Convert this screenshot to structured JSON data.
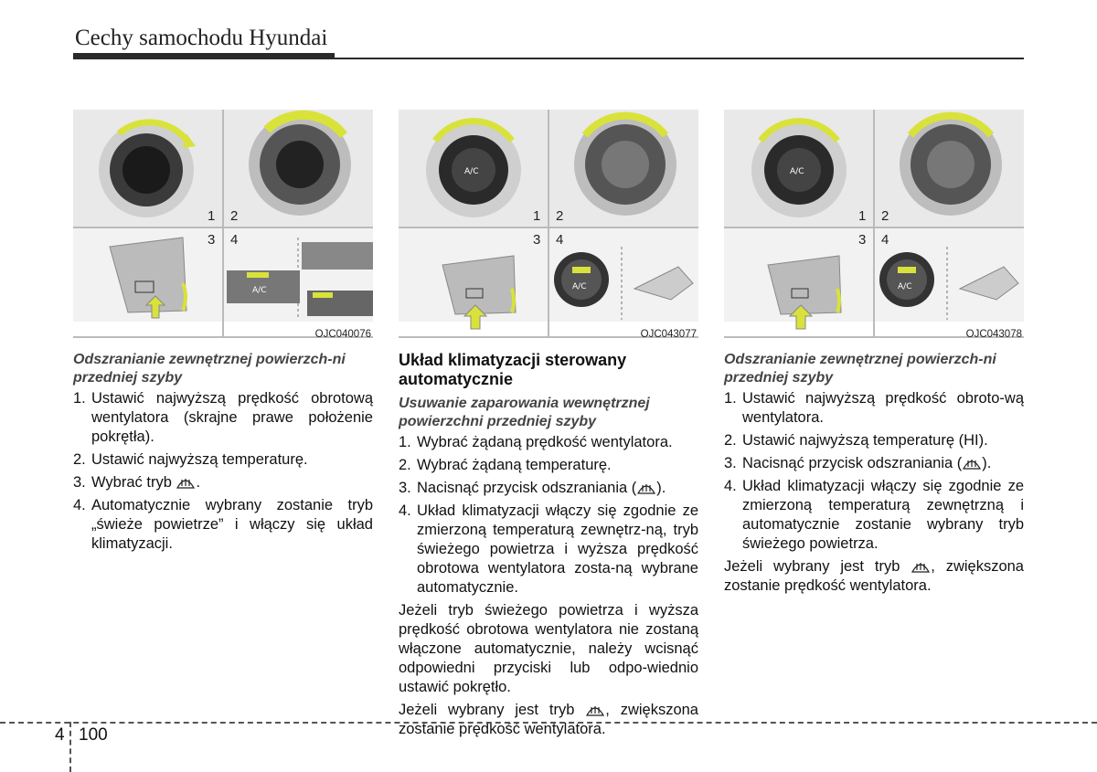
{
  "header": {
    "title": "Cechy samochodu Hyundai"
  },
  "figures": [
    {
      "code": "OJC040076",
      "labels": [
        "1",
        "2",
        "3",
        "4"
      ]
    },
    {
      "code": "OJC043077",
      "labels": [
        "1",
        "2",
        "3",
        "4"
      ]
    },
    {
      "code": "OJC043078",
      "labels": [
        "1",
        "2",
        "3",
        "4"
      ]
    }
  ],
  "col1": {
    "subtitle": "Odszranianie zewnętrznej powierzch-ni przedniej szyby",
    "items": [
      {
        "num": "1.",
        "text": "Ustawić najwyższą prędkość obrotową wentylatora (skrajne prawe położenie pokrętła)."
      },
      {
        "num": "2.",
        "text": "Ustawić najwyższą temperaturę."
      },
      {
        "num": "3.",
        "text": "Wybrać tryb",
        "after": "."
      },
      {
        "num": "4.",
        "text": "Automatycznie wybrany zostanie tryb „świeże powietrze” i włączy się układ klimatyzacji."
      }
    ]
  },
  "col2": {
    "heading": "Układ klimatyzacji sterowany automatycznie",
    "subtitle": "Usuwanie zaparowania wewnętrznej powierzchni przedniej szyby",
    "items": [
      {
        "num": "1.",
        "text": "Wybrać żądaną prędkość wentylatora."
      },
      {
        "num": "2.",
        "text": "Wybrać żądaną temperaturę."
      },
      {
        "num": "3.",
        "text": "Nacisnąć przycisk odszraniania (",
        "after": ")."
      },
      {
        "num": "4.",
        "text": "Układ klimatyzacji włączy się zgodnie ze zmierzoną temperaturą zewnętrz-ną, tryb świeżego powietrza i wyższa prędkość obrotowa wentylatora zosta-ną wybrane automatycznie."
      }
    ],
    "para1": "Jeżeli tryb świeżego powietrza i wyższa prędkość obrotowa wentylatora nie zostaną włączone automatycznie, należy wcisnąć odpowiedni przyciski lub odpo-wiednio ustawić pokrętło.",
    "para2_before": "Jeżeli wybrany jest tryb",
    "para2_after": ", zwiększona zostanie prędkość wentylatora."
  },
  "col3": {
    "subtitle": "Odszranianie zewnętrznej powierzch-ni przedniej szyby",
    "items": [
      {
        "num": "1.",
        "text": "Ustawić najwyższą prędkość obroto-wą wentylatora."
      },
      {
        "num": "2.",
        "text": "Ustawić najwyższą temperaturę (HI)."
      },
      {
        "num": "3.",
        "text": "Nacisnąć przycisk odszraniania (",
        "after": ")."
      },
      {
        "num": "4.",
        "text": "Układ klimatyzacji włączy się zgodnie ze zmierzoną temperaturą zewnętrzną i automatycznie zostanie wybrany tryb świeżego powietrza."
      }
    ],
    "para_before": "Jeżeli wybrany jest tryb",
    "para_after": ", zwiększona zostanie prędkość wentylatora."
  },
  "footer": {
    "chapter": "4",
    "page": "100"
  },
  "icons": {
    "defrost": "front-defrost-icon",
    "knob": "dial-knob-icon",
    "arrow": "push-arrow-icon"
  },
  "colors": {
    "accent": "#d9e23a",
    "rule": "#2a2a2a"
  }
}
